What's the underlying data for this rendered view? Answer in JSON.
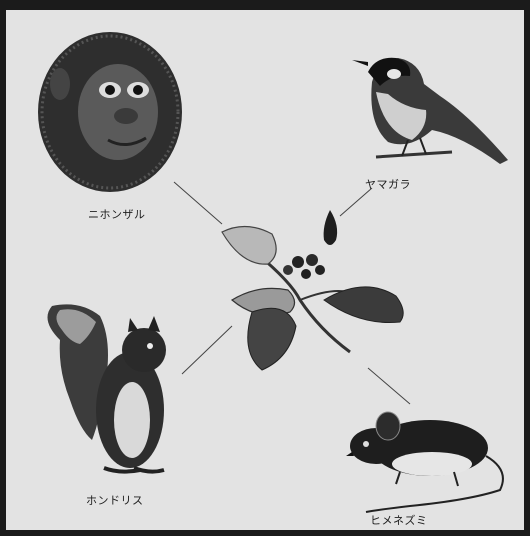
{
  "labels": {
    "monkey": "ニホンザル",
    "tit": "ヤマガラ",
    "squirrel": "ホンドリス",
    "mouse": "ヒメネズミ"
  },
  "colors": {
    "background": "#e3e3e3",
    "frame": "#1b1b1b",
    "ink": "#202020"
  },
  "icons": [
    "monkey-face",
    "varied-tit-bird",
    "japanese-squirrel",
    "small-japanese-field-mouse",
    "leafy-branch-with-seeds",
    "single-seed"
  ]
}
